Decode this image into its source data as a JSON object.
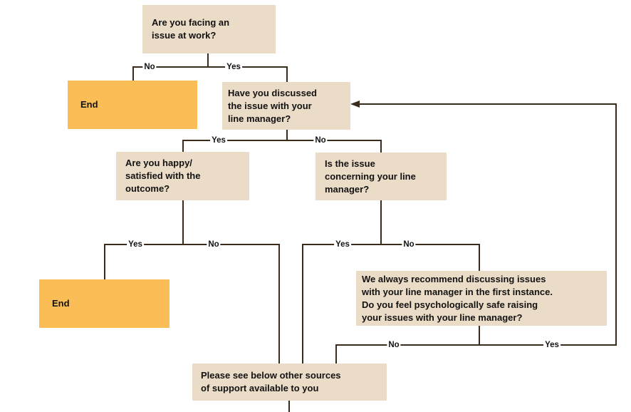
{
  "colors": {
    "background": "#FFFFFF",
    "box_fill": "#EBDCC7",
    "end_fill": "#FBBD55",
    "line": "#3A2C1B",
    "text": "#121212"
  },
  "nodes": [
    {
      "id": "start",
      "label": "Are you facing an\nissue at work?"
    },
    {
      "id": "end-1",
      "label": "End"
    },
    {
      "id": "discussed",
      "label": "Have you discussed\nthe issue with your\nline manager?"
    },
    {
      "id": "happy",
      "label": "Are you happy/\nsatisfied with the\noutcome?"
    },
    {
      "id": "concerning",
      "label": "Is the issue\nconcerning your line\nmanager?"
    },
    {
      "id": "end-2",
      "label": "End"
    },
    {
      "id": "psych-safe",
      "label": "We always recommend discussing issues\nwith your line manager in the first instance.\nDo you feel psychologically safe raising\nyour issues with your line manager?"
    },
    {
      "id": "other-support",
      "label": "Please see below other sources\nof support available to you"
    }
  ],
  "edge_labels": [
    {
      "from": "start",
      "to": "end-1",
      "text": "No"
    },
    {
      "from": "start",
      "to": "discussed",
      "text": "Yes"
    },
    {
      "from": "discussed",
      "to": "happy",
      "text": "Yes"
    },
    {
      "from": "discussed",
      "to": "concerning",
      "text": "No"
    },
    {
      "from": "happy",
      "to": "end-2",
      "text": "Yes"
    },
    {
      "from": "happy",
      "to": "other-support",
      "text": "No"
    },
    {
      "from": "concerning",
      "to": "other-support",
      "text": "Yes"
    },
    {
      "from": "concerning",
      "to": "psych-safe",
      "text": "No"
    },
    {
      "from": "psych-safe",
      "to": "other-support",
      "text": "No"
    },
    {
      "from": "psych-safe",
      "to": "discussed",
      "text": "Yes"
    }
  ]
}
